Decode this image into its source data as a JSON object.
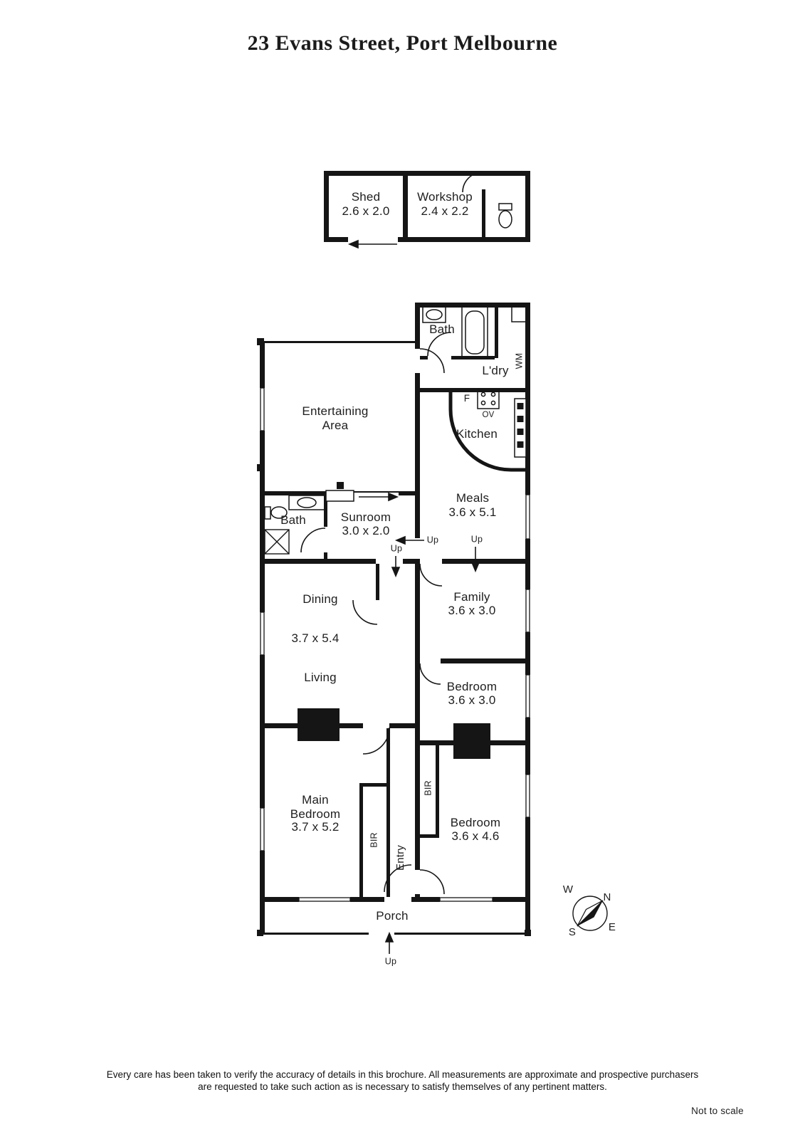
{
  "title": "23 Evans Street, Port Melbourne",
  "outbuilding": {
    "shed_name": "Shed",
    "shed_dims": "2.6 x 2.0",
    "workshop_name": "Workshop",
    "workshop_dims": "2.4 x 2.2"
  },
  "rooms": {
    "bath_upper": "Bath",
    "laundry": "L'dry",
    "wm": "WM",
    "fridge": "F",
    "oven": "OV",
    "entertaining": "Entertaining\nArea",
    "kitchen": "Kitchen",
    "meals_name": "Meals",
    "meals_dims": "3.6 x 5.1",
    "bath_mid": "Bath",
    "sunroom_name": "Sunroom",
    "sunroom_dims": "3.0 x 2.0",
    "dining": "Dining",
    "living_dims": "3.7 x 5.4",
    "living": "Living",
    "family_name": "Family",
    "family_dims": "3.6 x 3.0",
    "bedroom1_name": "Bedroom",
    "bedroom1_dims": "3.6 x 3.0",
    "bir_hall": "BIR",
    "bir_main": "BIR",
    "entry": "Entry",
    "main_bedroom_name": "Main\nBedroom",
    "main_bedroom_dims": "3.7 x 5.2",
    "bedroom2_name": "Bedroom",
    "bedroom2_dims": "3.6 x 4.6",
    "porch": "Porch"
  },
  "stairs": {
    "up_sunroom": "Up",
    "up_hall": "Up",
    "up_meals": "Up",
    "up_porch": "Up"
  },
  "compass": {
    "n": "N",
    "e": "E",
    "s": "S",
    "w": "W"
  },
  "footer": {
    "line1": "Every care has been taken to verify the accuracy of details in this brochure.  All measurements are approximate and prospective purchasers",
    "line2": "are requested to take such action as is necessary to satisfy themselves of any pertinent matters.",
    "not_to_scale": "Not to scale"
  }
}
